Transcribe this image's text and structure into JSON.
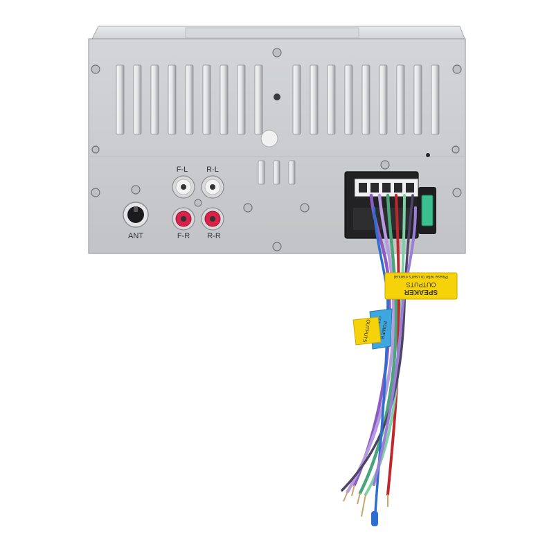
{
  "product": {
    "description": "Rear panel of a double-DIN car stereo head unit with wiring harness",
    "panel_labels": {
      "antenna": "ANT",
      "front_left": "F-L",
      "rear_left": "R-L",
      "front_right": "F-R",
      "rear_right": "R-R"
    },
    "tags": {
      "speaker_tag_line1": "SPEAKER",
      "speaker_tag_line2": "OUTPUTS",
      "speaker_tag_note": "Please refer to user's manual",
      "power_tag_line1": "POWER",
      "power_tag_line2": "CONNECTIONS",
      "small_tag_line": "OUTPUTS"
    },
    "colors": {
      "panel": "#c9cacc",
      "panel_top": "#dcdde0",
      "rca_white": "#f2f2f2",
      "rca_red": "#d8224a",
      "tag_yellow": "#f5d20a",
      "tag_blue": "#3fa7e0",
      "fuse_green": "#3bbf8f",
      "wire_purple": "#8a5cc4",
      "wire_green": "#4aa57a",
      "wire_blue": "#2d6fd0",
      "wire_red": "#c0262a",
      "wire_black": "#222222"
    }
  }
}
